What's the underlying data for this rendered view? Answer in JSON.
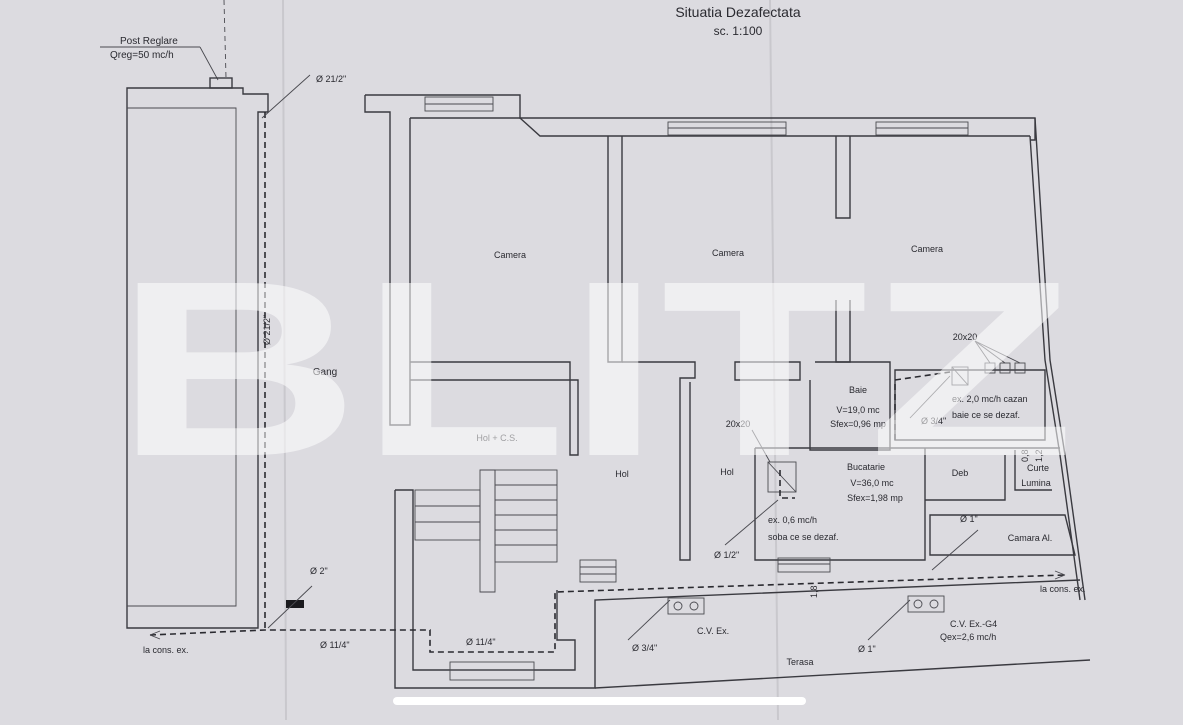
{
  "title": "Situatia Dezafectata",
  "scale": "sc. 1:100",
  "watermark": "BLITZ",
  "post_reglare": {
    "line1": "Post Reglare",
    "line2": "Qreg=50 mc/h"
  },
  "pipes": {
    "d21_2_top": "Ø 21/2\"",
    "d21_2_vert": "Ø 21/2\"",
    "d2": "Ø 2\"",
    "d11_4_a": "Ø 11/4\"",
    "d11_4_b": "Ø 11/4\"",
    "d3_4_bottom": "Ø 3/4\"",
    "d1_bottom": "Ø 1\"",
    "d1_2": "Ø 1/2\"",
    "d1_kitchen": "Ø 1\"",
    "d3_4_bath": "Ø 3/4\""
  },
  "rooms": {
    "gang": "Gang",
    "camera1": "Camera",
    "camera2": "Camera",
    "camera3": "Camera",
    "hol_cs": "Hol + C.S.",
    "hol1": "Hol",
    "hol2": "Hol",
    "baie": "Baie",
    "baie_v": "V=19,0 mc",
    "baie_s": "Sfex=0,96 mp",
    "bucatarie": "Bucatarie",
    "buc_v": "V=36,0 mc",
    "buc_s": "Sfex=1,98 mp",
    "deb": "Deb",
    "curte1": "Curte",
    "curte2": "Lumina",
    "camara": "Camara Al.",
    "terasa": "Terasa"
  },
  "notes": {
    "dim_20x20_a": "20x20",
    "dim_20x20_b": "20x20",
    "cazan1": "ex. 2,0 mc/h cazan",
    "cazan2": "baie ce se dezaf.",
    "soba1": "ex. 0,6 mc/h",
    "soba2": "soba ce se dezaf.",
    "cv_ex": "C.V. Ex.",
    "cv_ex64": "C.V. Ex.-G4",
    "qex": "Qex=2,6 mc/h",
    "la_cons_left": "la cons. ex.",
    "la_cons_right": "la cons. ex.",
    "dim_08": "0,8",
    "dim_12": "1,2",
    "dim_18": "1,8"
  }
}
